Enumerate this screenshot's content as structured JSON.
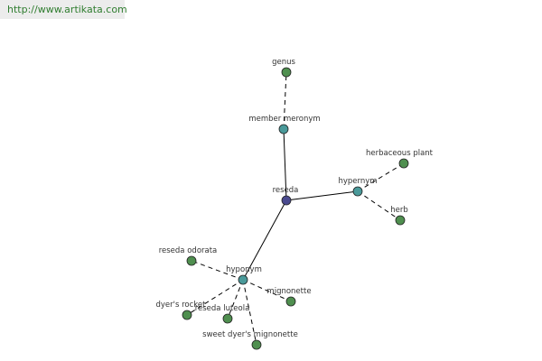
{
  "source": {
    "url_text": "http://www.artikata.com"
  },
  "colors": {
    "center": "#4a4a8f",
    "relation": "#4a9a9a",
    "leaf": "#4f8f4f",
    "source_text": "#2f7d2f"
  },
  "graph": {
    "center": {
      "id": "reseda",
      "label": "reseda",
      "kind": "center"
    },
    "nodes": [
      {
        "id": "member-meronym",
        "label": "member meronym",
        "kind": "relation"
      },
      {
        "id": "hypernym",
        "label": "hypernym",
        "kind": "relation"
      },
      {
        "id": "hyponym",
        "label": "hyponym",
        "kind": "relation"
      },
      {
        "id": "genus",
        "label": "genus",
        "kind": "leaf"
      },
      {
        "id": "herbaceous-plant",
        "label": "herbaceous plant",
        "kind": "leaf"
      },
      {
        "id": "herb",
        "label": "herb",
        "kind": "leaf"
      },
      {
        "id": "reseda-odorata",
        "label": "reseda odorata",
        "kind": "leaf"
      },
      {
        "id": "mignonette",
        "label": "mignonette",
        "kind": "leaf"
      },
      {
        "id": "dyers-rocket",
        "label": "dyer's rocket",
        "kind": "leaf"
      },
      {
        "id": "reseda-luteola",
        "label": "reseda luteola",
        "kind": "leaf"
      },
      {
        "id": "sweet-dyers-mignonette",
        "label": "sweet dyer's mignonette",
        "kind": "leaf"
      }
    ],
    "edges": [
      {
        "from": "reseda",
        "to": "member-meronym",
        "style": "solid"
      },
      {
        "from": "reseda",
        "to": "hypernym",
        "style": "solid"
      },
      {
        "from": "reseda",
        "to": "hyponym",
        "style": "solid"
      },
      {
        "from": "member-meronym",
        "to": "genus",
        "style": "dashed"
      },
      {
        "from": "hypernym",
        "to": "herbaceous-plant",
        "style": "dashed"
      },
      {
        "from": "hypernym",
        "to": "herb",
        "style": "dashed"
      },
      {
        "from": "hyponym",
        "to": "reseda-odorata",
        "style": "dashed"
      },
      {
        "from": "hyponym",
        "to": "mignonette",
        "style": "dashed"
      },
      {
        "from": "hyponym",
        "to": "dyers-rocket",
        "style": "dashed"
      },
      {
        "from": "hyponym",
        "to": "reseda-luteola",
        "style": "dashed"
      },
      {
        "from": "hyponym",
        "to": "sweet-dyers-mignonette",
        "style": "dashed"
      }
    ]
  }
}
